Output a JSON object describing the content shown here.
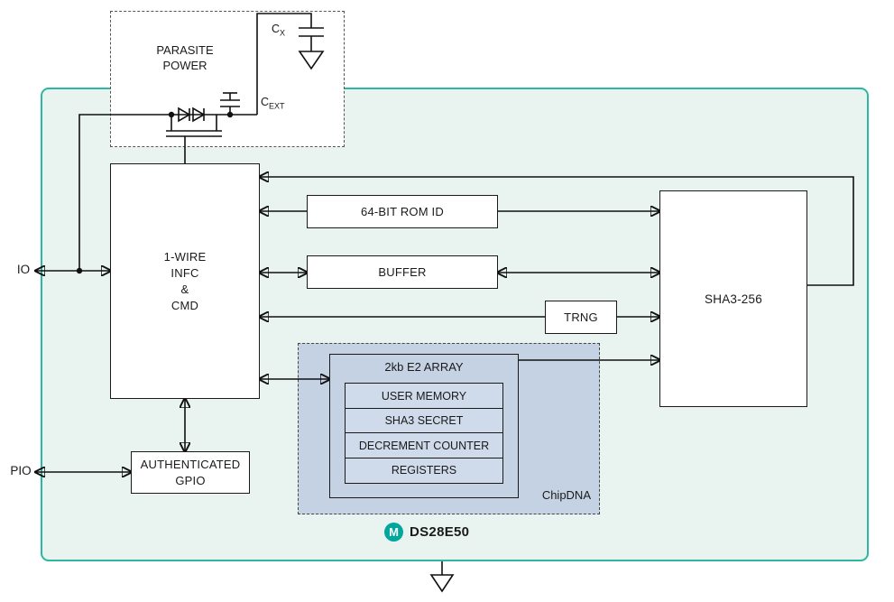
{
  "diagram": {
    "io_label": "IO",
    "pio_label": "PIO",
    "parasite_power": {
      "label": "PARASITE\nPOWER",
      "cx": {
        "main": "C",
        "sub": "X"
      },
      "cext": {
        "main": "C",
        "sub": "EXT"
      }
    },
    "blocks": {
      "onewire": "1-WIRE\nINFC\n&\nCMD",
      "rom_id": "64-BIT ROM ID",
      "buffer": "BUFFER",
      "trng": "TRNG",
      "sha3": "SHA3-256",
      "gpio": "AUTHENTICATED\nGPIO",
      "e2_array_title": "2kb E2 ARRAY",
      "memory_rows": [
        "USER MEMORY",
        "SHA3 SECRET",
        "DECREMENT COUNTER",
        "REGISTERS"
      ],
      "chipdna_label": "ChipDNA"
    },
    "brand": {
      "logo_letter": "M",
      "part_number": "DS28E50"
    },
    "colors": {
      "chip_border": "#2db6a3",
      "chip_fill": "#e9f4f0",
      "chipdna_fill": "#c5d2e4",
      "memory_row_fill": "#cfdaea",
      "logo_teal": "#00a79c",
      "line": "#111111"
    }
  }
}
